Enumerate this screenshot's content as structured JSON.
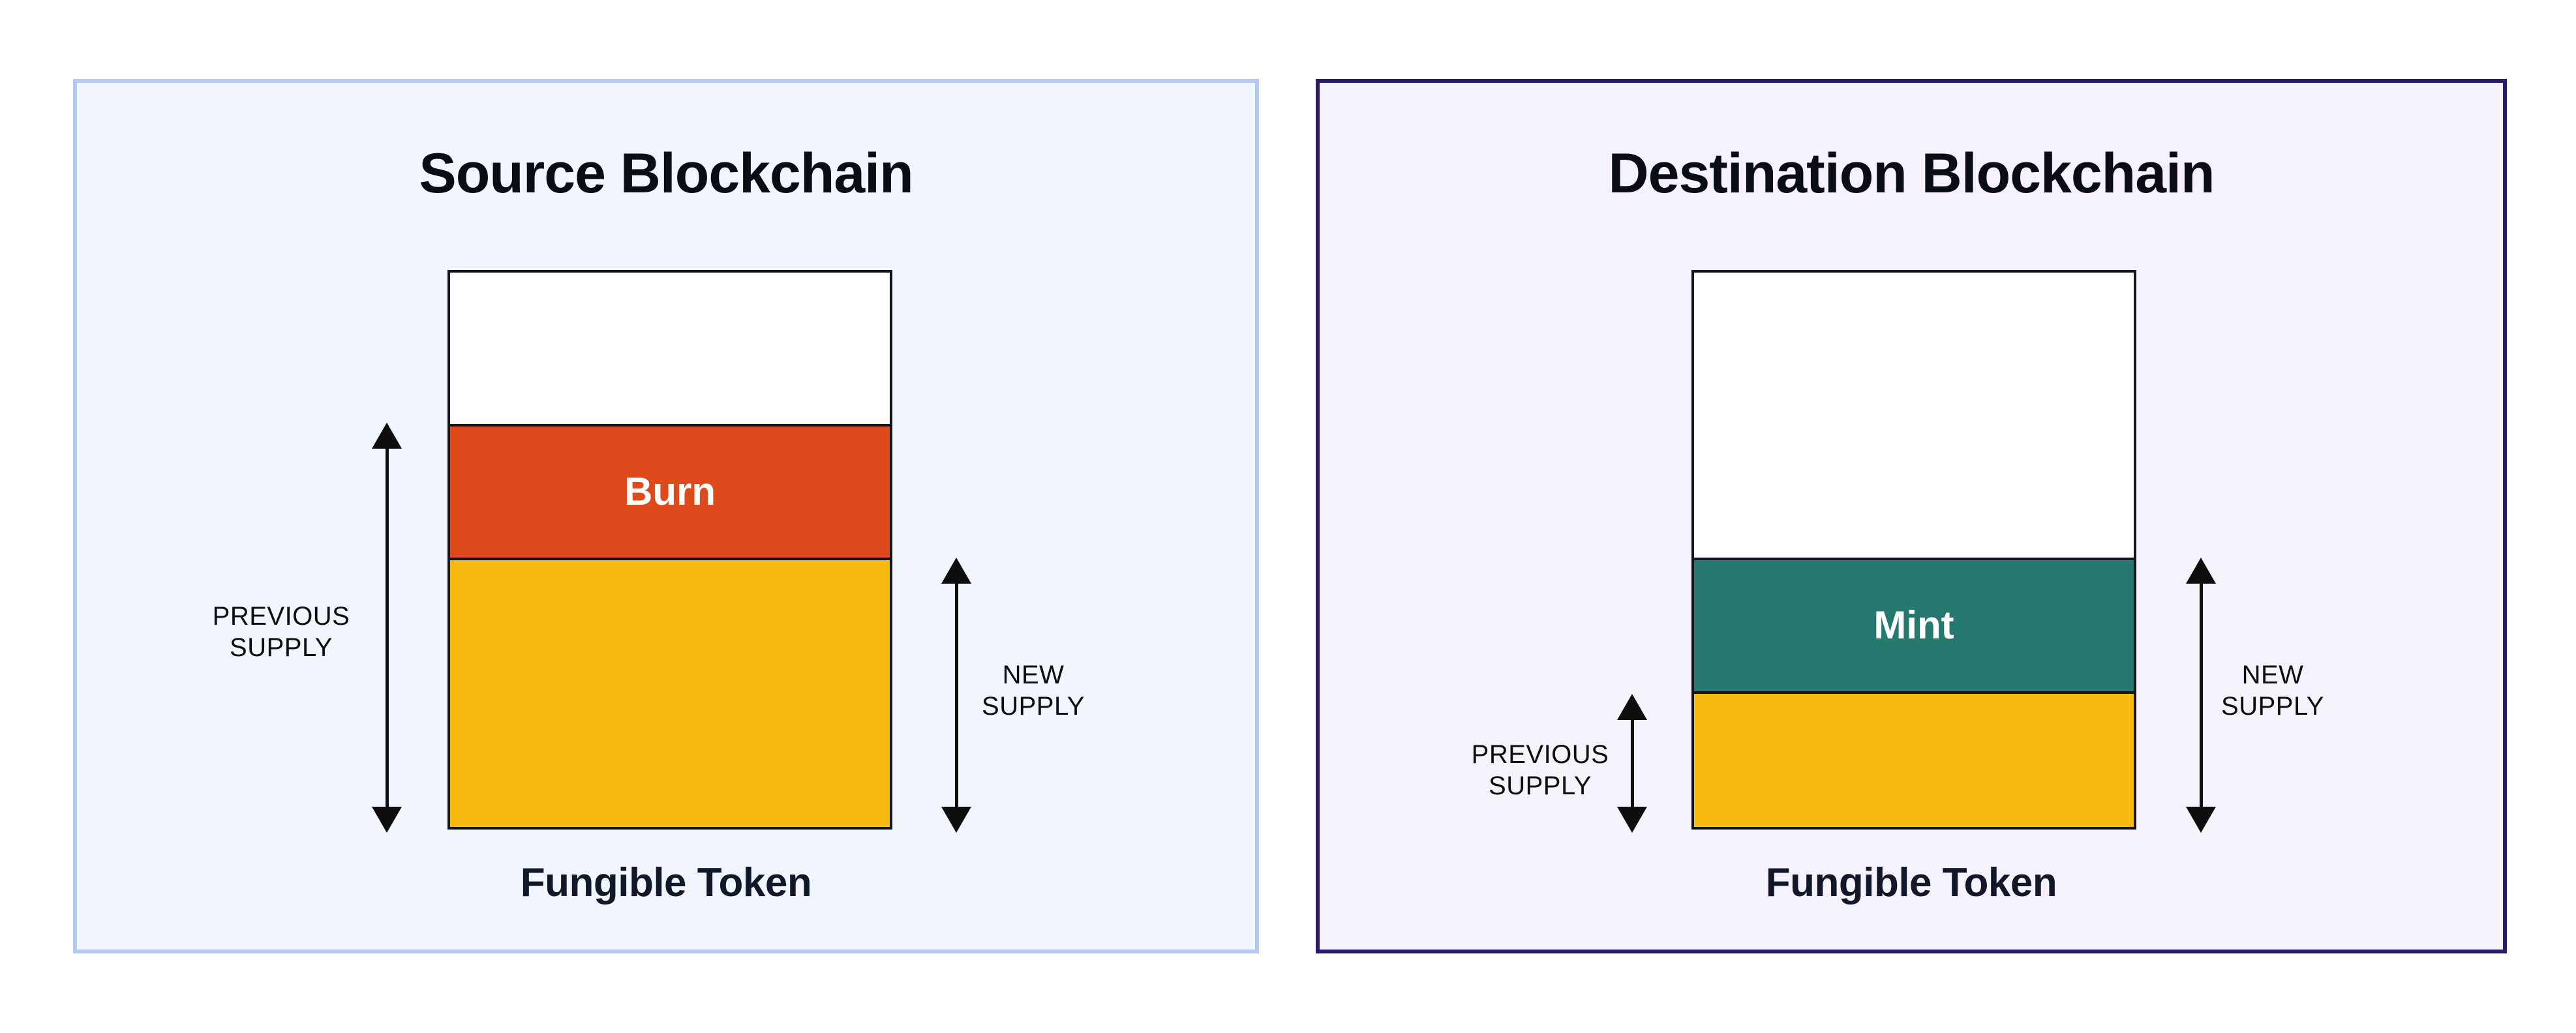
{
  "diagram": {
    "background": "#ffffff",
    "arrow_color": "#0e0e0e",
    "bar_border_color": "#101520",
    "text_color": "#0a0d14"
  },
  "panels": [
    {
      "id": "source",
      "title": "Source Blockchain",
      "token_label": "Fungible Token",
      "theme": {
        "background": "#f1f5fd",
        "border": "#b5c9f2"
      },
      "bar": {
        "segments": [
          {
            "name": "unfilled",
            "label": "",
            "color": "#ffffff",
            "height": "27.3%"
          },
          {
            "name": "burn",
            "label": "Burn",
            "color": "#df4a1c",
            "height": "24.1%",
            "text_color": "#ffffff"
          },
          {
            "name": "remaining-supply",
            "label": "",
            "color": "#f5b90f",
            "height": "48.6%"
          }
        ]
      },
      "annotations": {
        "previous_supply": {
          "line1": "PREVIOUS",
          "line2": "SUPPLY"
        },
        "new_supply": {
          "line1": "NEW",
          "line2": "SUPPLY"
        }
      }
    },
    {
      "id": "destination",
      "title": "Destination Blockchain",
      "token_label": "Fungible Token",
      "theme": {
        "background": "#f5f2fc",
        "border": "#2e1a6b"
      },
      "bar": {
        "segments": [
          {
            "name": "unfilled",
            "label": "",
            "color": "#ffffff",
            "height": "51.4%"
          },
          {
            "name": "mint",
            "label": "Mint",
            "color": "#26796e",
            "height": "24.1%",
            "text_color": "#ffffff"
          },
          {
            "name": "previous-supply",
            "label": "",
            "color": "#f5b90f",
            "height": "24.5%"
          }
        ]
      },
      "annotations": {
        "previous_supply": {
          "line1": "PREVIOUS",
          "line2": "SUPPLY"
        },
        "new_supply": {
          "line1": "NEW",
          "line2": "SUPPLY"
        }
      }
    }
  ]
}
